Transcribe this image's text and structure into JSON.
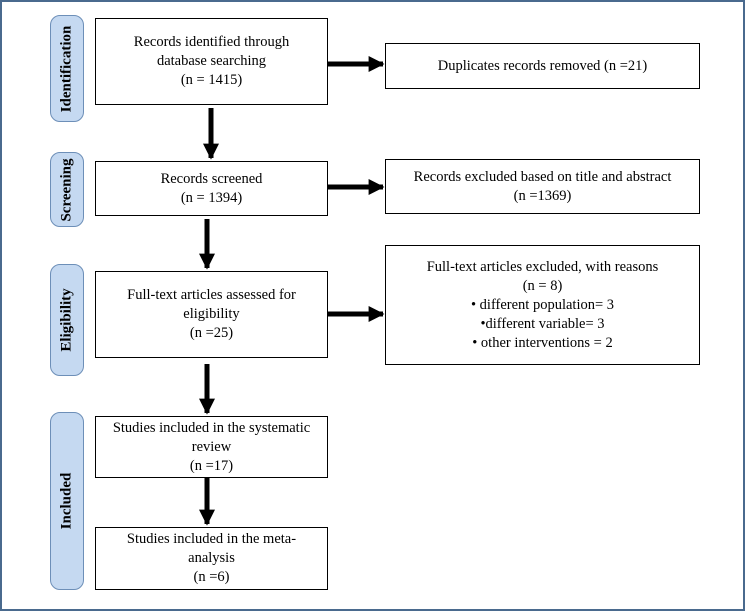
{
  "stages": {
    "identification": "Identification",
    "screening": "Screening",
    "eligibility": "Eligibility",
    "included": "Included"
  },
  "boxes": {
    "identified": {
      "line1": "Records identified through",
      "line2": "database searching",
      "line3": "(n = 1415)"
    },
    "duplicates": {
      "line1": "Duplicates records removed (n =21)"
    },
    "screened": {
      "line1": "Records screened",
      "line2": "(n = 1394)"
    },
    "excluded_title": {
      "line1": "Records excluded based on title and abstract",
      "line2": "(n =1369)"
    },
    "fulltext": {
      "line1": "Full-text  articles assessed for",
      "line2": "eligibility",
      "line3": "(n =25)"
    },
    "fulltext_excluded": {
      "line1": "Full-text articles excluded, with reasons",
      "line2": "(n = 8)",
      "line3": "• different population= 3",
      "line4": "•different variable=  3",
      "line5": "• other interventions  = 2"
    },
    "systematic": {
      "line1": "Studies included in the systematic",
      "line2": "review",
      "line3": "(n =17)"
    },
    "meta": {
      "line1": "Studies included in the meta-",
      "line2": "analysis",
      "line3": "(n =6)"
    }
  }
}
